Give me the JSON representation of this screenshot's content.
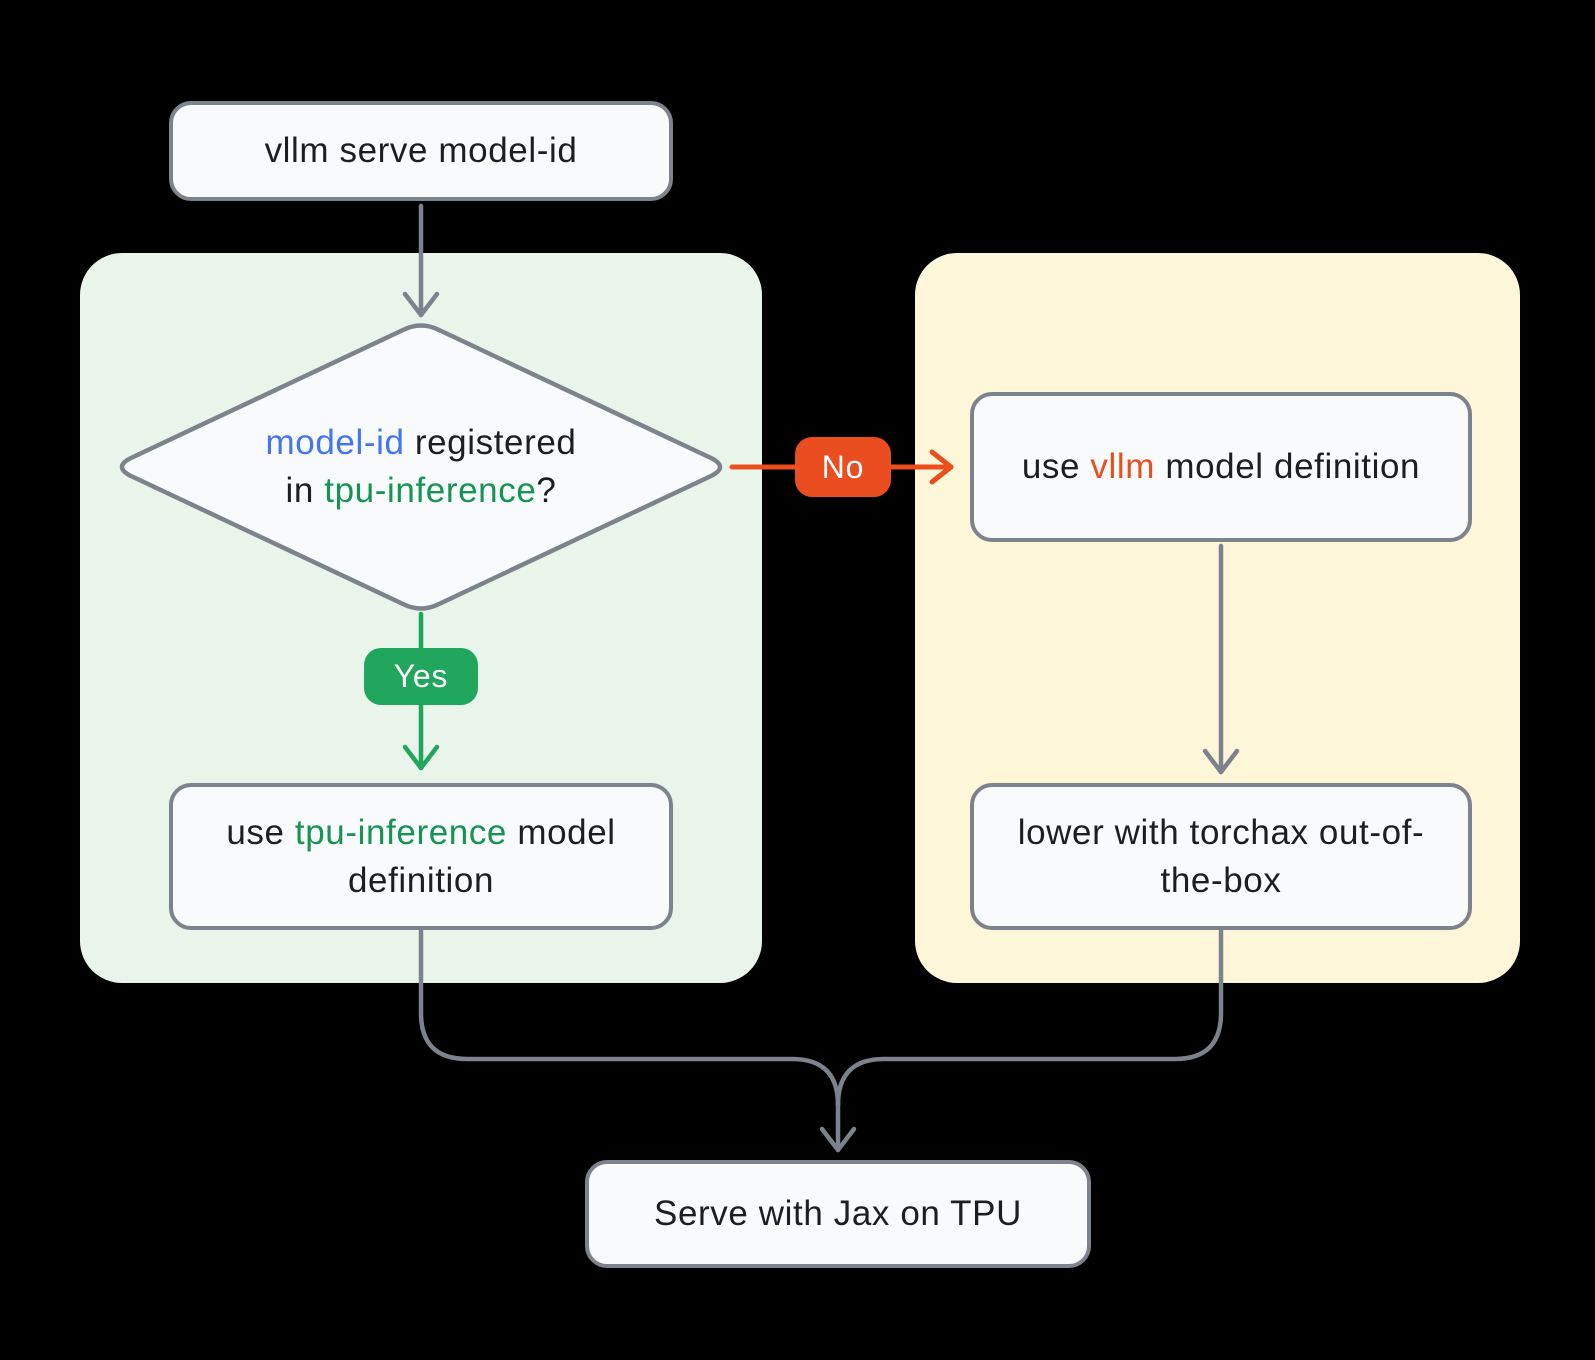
{
  "flow": {
    "start": "vllm serve model-id",
    "decision": {
      "code1": "model-id",
      "mid": "registered",
      "pre2": "in",
      "code2": "tpu-inference",
      "q": "?"
    },
    "yes_branch": {
      "pre": "use",
      "code": "tpu-inference",
      "post": "model definition"
    },
    "no_branch": {
      "pre": "use",
      "code": "vllm",
      "post": "model definition"
    },
    "lower": "lower with torchax out-of-the-box",
    "serve": "Serve with Jax on TPU",
    "yes_label": "Yes",
    "no_label": "No"
  },
  "colors": {
    "background": "#000000",
    "panel_green": "#e9f5ea",
    "panel_yellow": "#fdf6d8",
    "node_fill": "#f9fafb",
    "line_gray": "#7d838d",
    "accent_green": "#20a65d",
    "accent_orange": "#ea4d1f",
    "code_blue": "#4374f2",
    "code_green": "#169453",
    "code_orange": "#eb4e1d",
    "text_ink": "#1c1e20"
  }
}
